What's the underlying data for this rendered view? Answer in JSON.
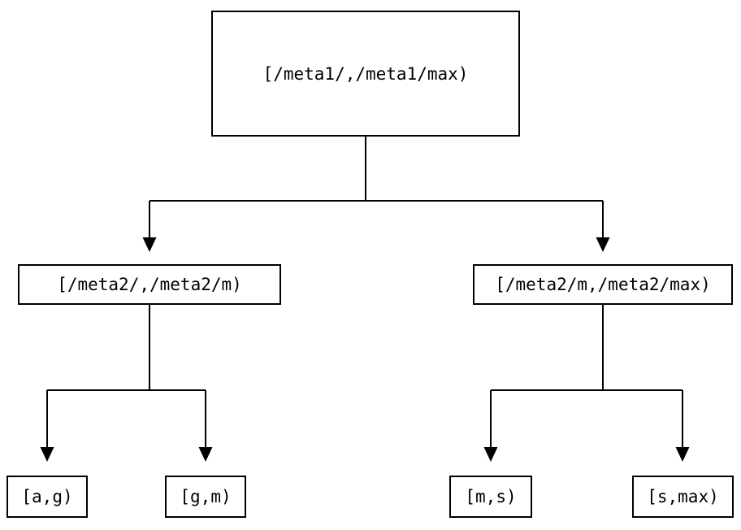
{
  "diagram": {
    "background_color": "#ffffff",
    "line_color": "#000000",
    "text_color": "#000000",
    "root": {
      "label": "[/meta1/,/meta1/max)"
    },
    "children": [
      {
        "label": "[/meta2/,/meta2/m)",
        "children": [
          {
            "label": "[a,g)"
          },
          {
            "label": "[g,m)"
          }
        ]
      },
      {
        "label": "[/meta2/m,/meta2/max)",
        "children": [
          {
            "label": "[m,s)"
          },
          {
            "label": "[s,max)"
          }
        ]
      }
    ]
  }
}
